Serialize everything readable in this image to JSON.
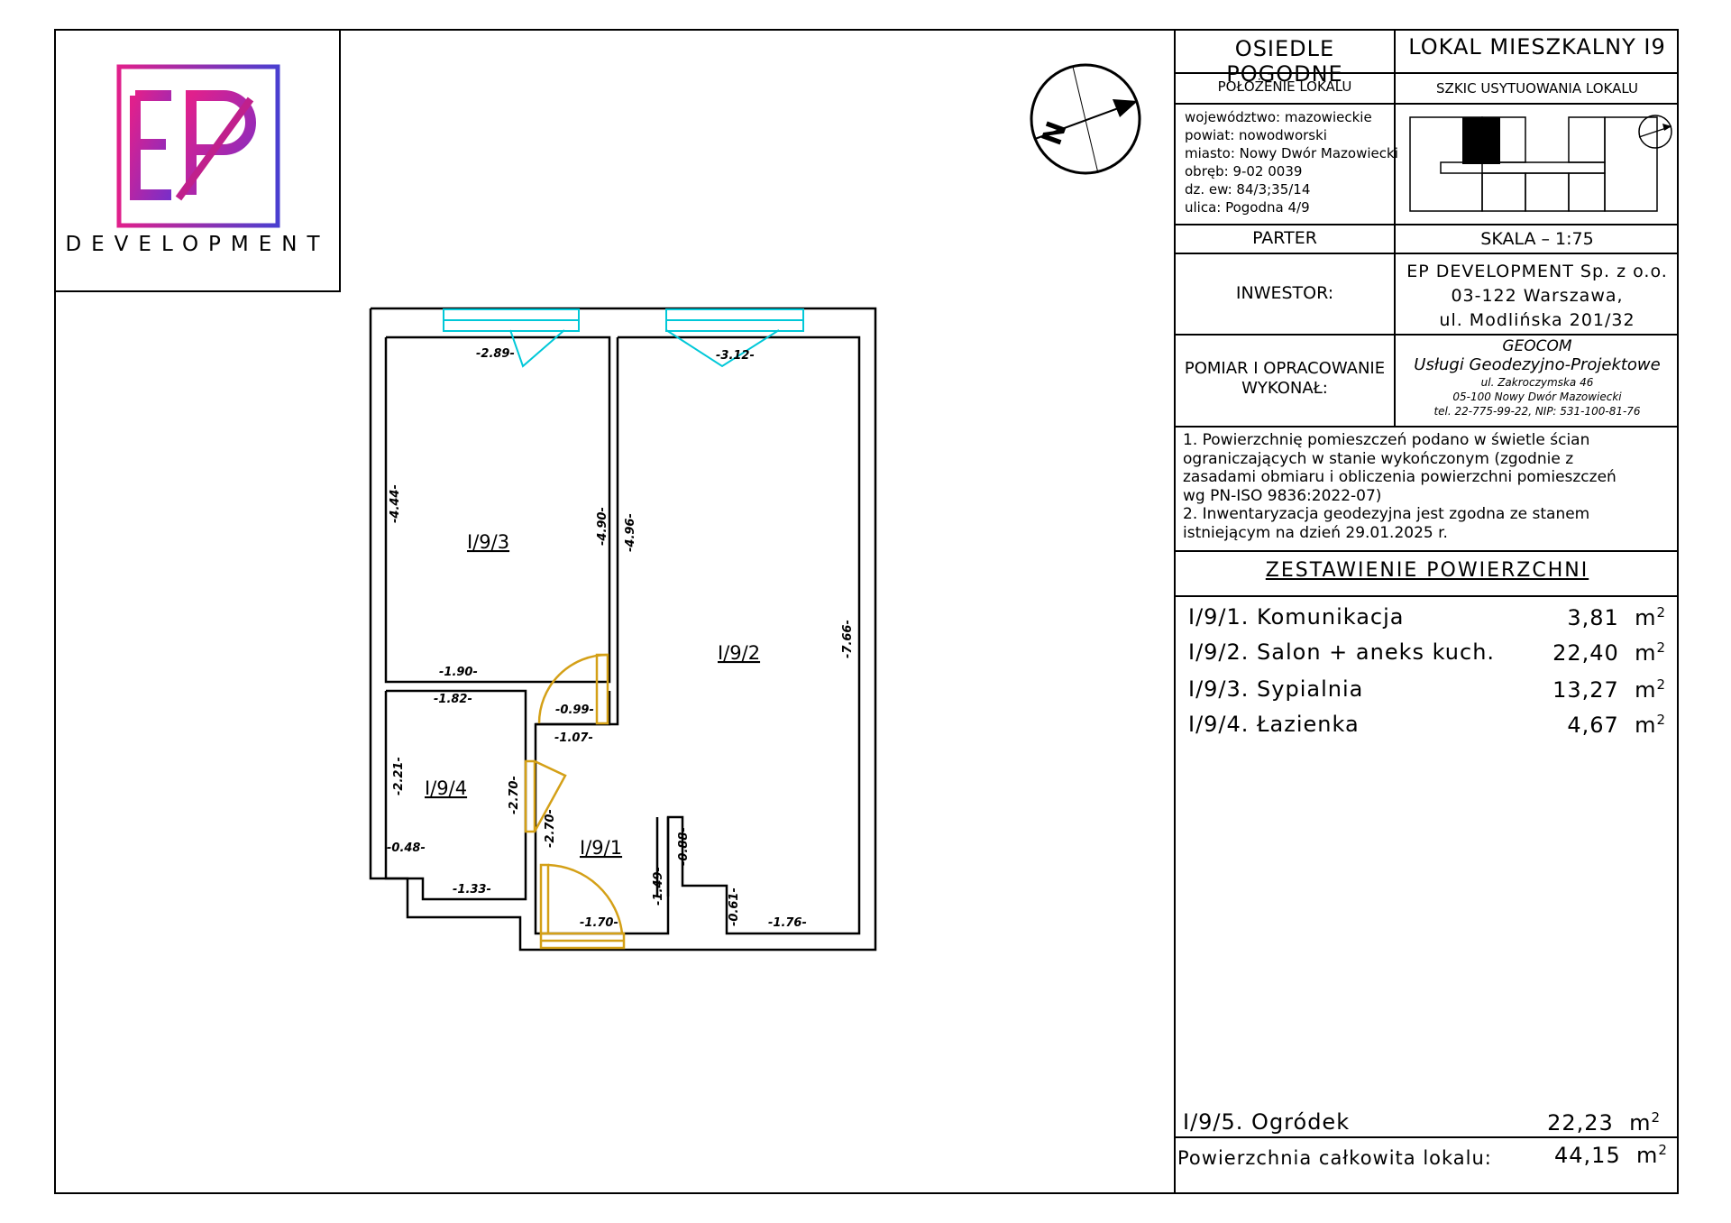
{
  "logo": {
    "letters": "EP",
    "word": "DEVELOPMENT",
    "colors": {
      "pink": "#e0208c",
      "purple": "#7a2ec8",
      "frame_left": "#e0208c",
      "frame_right": "#4a3fd0"
    }
  },
  "header": {
    "estate": "OSIEDLE POGODNE",
    "unit": "LOKAL MIESZKALNY I9",
    "location_heading": "POŁOŻENIE LOKALU",
    "sketch_heading": "SZKIC USYTUOWANIA LOKALU"
  },
  "location": {
    "line1": "województwo: mazowieckie",
    "line2": "powiat: nowodworski",
    "line3": "miasto: Nowy Dwór Mazowiecki",
    "line4": "obręb: 9-02 0039",
    "line5": "dz. ew: 84/3;35/14",
    "line6": "ulica: Pogodna 4/9"
  },
  "floor": "PARTER",
  "scale": "SKALA – 1:75",
  "investor": {
    "label": "INWESTOR:",
    "line1": "EP DEVELOPMENT Sp. z o.o.",
    "line2": "03-122 Warszawa,",
    "line3": "ul. Modlińska 201/32"
  },
  "surveyor": {
    "label1": "POMIAR I OPRACOWANIE",
    "label2": "WYKONAŁ:",
    "name": "GEOCOM",
    "subtitle": "Usługi Geodezyjno-Projektowe",
    "addr1": "ul. Zakroczymska 46",
    "addr2": "05-100 Nowy Dwór Mazowiecki",
    "contact": "tel. 22-775-99-22, NIP: 531-100-81-76"
  },
  "notes": {
    "l1": "1. Powierzchnię pomieszczeń podano w świetle ścian",
    "l2": "ograniczających w stanie wykończonym (zgodnie z",
    "l3": "zasadami obmiaru i obliczenia powierzchni pomieszczeń",
    "l4": "wg PN-ISO 9836:2022-07)",
    "l5": "2. Inwentaryzacja geodezyjna jest zgodna ze stanem",
    "l6": "istniejącym na dzień 29.01.2025 r."
  },
  "areas": {
    "heading": "ZESTAWIENIE POWIERZCHNI",
    "unit": "m",
    "unit_exp": "2",
    "rooms": [
      {
        "name": "I/9/1. Komunikacja",
        "area": "3,81"
      },
      {
        "name": "I/9/2. Salon + aneks kuch.",
        "area": "22,40"
      },
      {
        "name": "I/9/3. Sypialnia",
        "area": "13,27"
      },
      {
        "name": "I/9/4. Łazienka",
        "area": "4,67"
      }
    ],
    "garden": {
      "name": "I/9/5. Ogródek",
      "area": "22,23"
    },
    "total": {
      "label": "Powierzchnia całkowita lokalu:",
      "area": "44,15"
    }
  },
  "plan": {
    "room_labels": {
      "r3": "I/9/3",
      "r2": "I/9/2",
      "r4": "I/9/4",
      "r1": "I/9/1"
    },
    "dims": {
      "d289": "-2.89-",
      "d312": "-3.12-",
      "d444": "-4.44-",
      "d490": "-4.90-",
      "d496": "-4.96-",
      "d766": "-7.66-",
      "d190": "-1.90-",
      "d182": "-1.82-",
      "d099": "-0.99-",
      "d107": "-1.07-",
      "d221": "-2.21-",
      "d270a": "-2.70-",
      "d270b": "-2.70-",
      "d048": "-0.48-",
      "d133": "-1.33-",
      "d088": "-0.88-",
      "d149": "-1.49-",
      "d061": "-0.61-",
      "d170": "-1.70-",
      "d176": "-1.76-"
    },
    "colors": {
      "window": "#00c8d8",
      "door": "#d4a017",
      "wall": "#000000"
    }
  },
  "compass": {
    "letter": "N"
  }
}
